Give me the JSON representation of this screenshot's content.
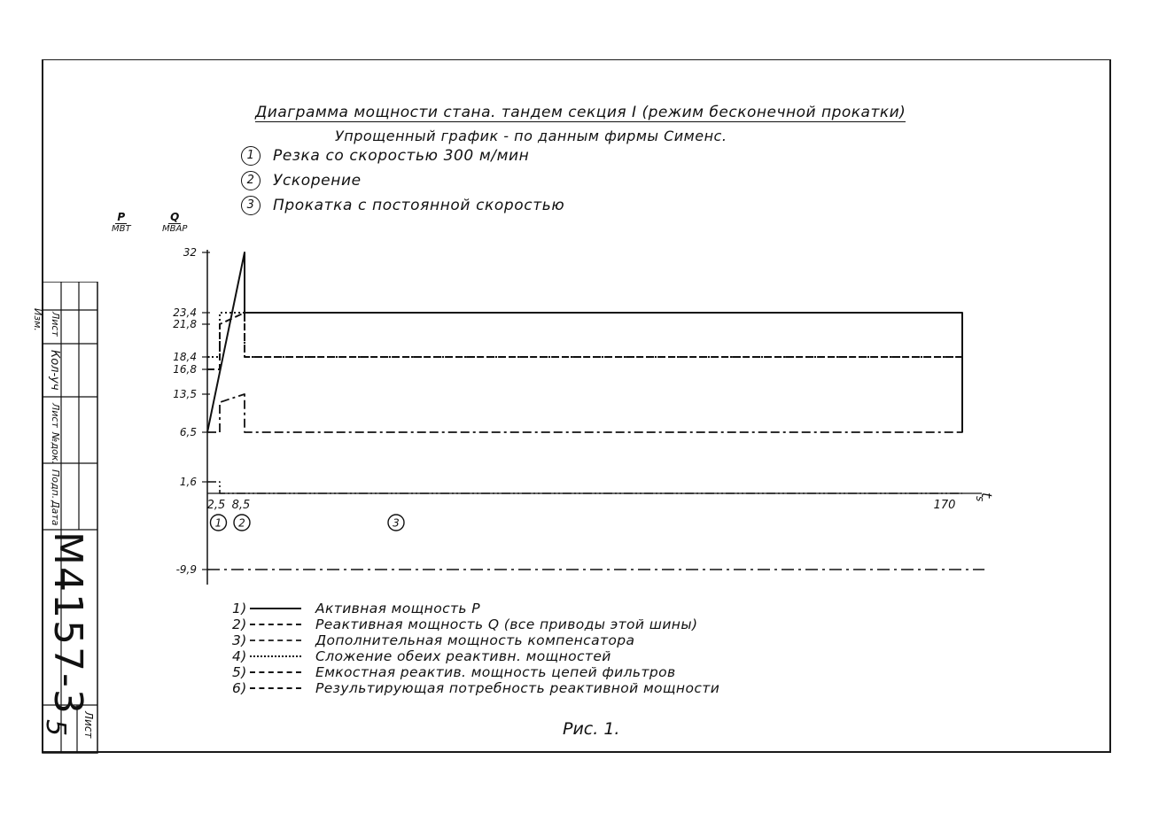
{
  "title": "Диаграмма мощности стана. тандем секция I (режим бесконечной прокатки)",
  "subtitle": "Упрощенный график - по данным фирмы Сименс.",
  "modes": [
    {
      "num": "1",
      "text": "Резка со скоростью 300 м/мин"
    },
    {
      "num": "2",
      "text": "Ускорение"
    },
    {
      "num": "3",
      "text": "Прокатка с постоянной скоростью"
    }
  ],
  "axes": {
    "p_num": "P",
    "p_den": "МВТ",
    "q_num": "Q",
    "q_den": "МВАР",
    "t_label": "t",
    "t_unit": "s"
  },
  "chart_data": {
    "type": "line",
    "x_ticks": [
      "2,5",
      "8,5",
      "170"
    ],
    "y_ticks": [
      "32",
      "23,4",
      "21,8",
      "18,4",
      "16,8",
      "13,5",
      "6,5",
      "1,6",
      "-9,9"
    ],
    "phase_markers": [
      "1",
      "2",
      "3"
    ],
    "series": [
      {
        "name": "Активная мощность P",
        "style": "solid",
        "points": [
          [
            0,
            6.5
          ],
          [
            8.5,
            32
          ],
          [
            8.5,
            23.4
          ],
          [
            170,
            23.4
          ],
          [
            170,
            6.5
          ]
        ]
      },
      {
        "name": "Реактивная мощность Q (все приводы этой шины)",
        "style": "dashed",
        "points": [
          [
            0,
            16.8
          ],
          [
            2.5,
            16.8
          ],
          [
            2.5,
            21.8
          ],
          [
            8.5,
            23.4
          ],
          [
            8.5,
            18.4
          ],
          [
            170,
            18.4
          ],
          [
            170,
            16.8
          ]
        ]
      },
      {
        "name": "Дополнительная мощность компенсатора",
        "style": "dash-dot-dot",
        "points": [
          [
            0,
            1.6
          ],
          [
            2.5,
            1.6
          ],
          [
            2.5,
            0
          ],
          [
            170,
            0
          ]
        ]
      },
      {
        "name": "Сложение обеих реактивн. мощностей",
        "style": "dotted",
        "points": [
          [
            0,
            18.4
          ],
          [
            2.5,
            18.4
          ],
          [
            2.5,
            23.4
          ],
          [
            8.5,
            23.4
          ],
          [
            8.5,
            18.4
          ],
          [
            170,
            18.4
          ]
        ]
      },
      {
        "name": "Емкостная реактив. мощность цепей фильтров",
        "style": "dash-dot",
        "points": [
          [
            0,
            -9.9
          ],
          [
            175,
            -9.9
          ]
        ]
      },
      {
        "name": "Результирующая потребность реактивной мощности",
        "style": "dash-dash-dot",
        "points": [
          [
            0,
            6.5
          ],
          [
            2.5,
            6.5
          ],
          [
            2.5,
            12
          ],
          [
            8.5,
            13.5
          ],
          [
            8.5,
            6.5
          ],
          [
            170,
            6.5
          ],
          [
            170,
            6.8
          ]
        ]
      }
    ]
  },
  "legend": [
    {
      "num": "1)",
      "text": "Активная мощность P"
    },
    {
      "num": "2)",
      "text": "Реактивная мощность Q (все приводы этой шины)"
    },
    {
      "num": "3)",
      "text": "Дополнительная мощность компенсатора"
    },
    {
      "num": "4)",
      "text": "Сложение обеих реактивн. мощностей"
    },
    {
      "num": "5)",
      "text": "Емкостная реактив. мощность цепей фильтров"
    },
    {
      "num": "6)",
      "text": "Результирующая потребность реактивной мощности"
    }
  ],
  "figure_caption": "Рис. 1.",
  "stamp": {
    "cols": [
      "Изм.",
      "Лист",
      "Кол-уч",
      "Лист",
      "№док.",
      "Подп.",
      "Дата"
    ],
    "doc_number": "М4157-3",
    "sheet_label": "Лист",
    "sheet_number": "5"
  }
}
